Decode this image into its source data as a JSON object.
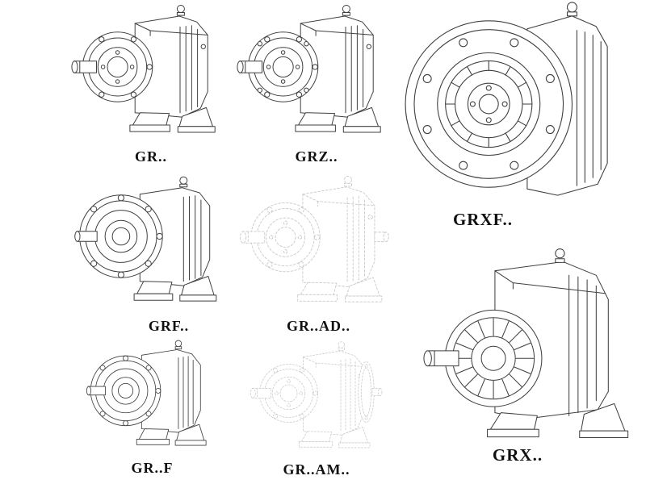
{
  "colors": {
    "background": "#ffffff",
    "line": "#3f3f3f",
    "faded": "#c8c8c8",
    "label": "#101010"
  },
  "figures": [
    {
      "id": "gr",
      "label": "GR.."
    },
    {
      "id": "grz",
      "label": "GRZ.."
    },
    {
      "id": "grxf",
      "label": "GRXF.."
    },
    {
      "id": "grf",
      "label": "GRF.."
    },
    {
      "id": "gr-ad",
      "label": "GR..AD.."
    },
    {
      "id": "gr-f",
      "label": "GR..F"
    },
    {
      "id": "gr-am",
      "label": "GR..AM.."
    },
    {
      "id": "grx",
      "label": "GRX.."
    }
  ]
}
